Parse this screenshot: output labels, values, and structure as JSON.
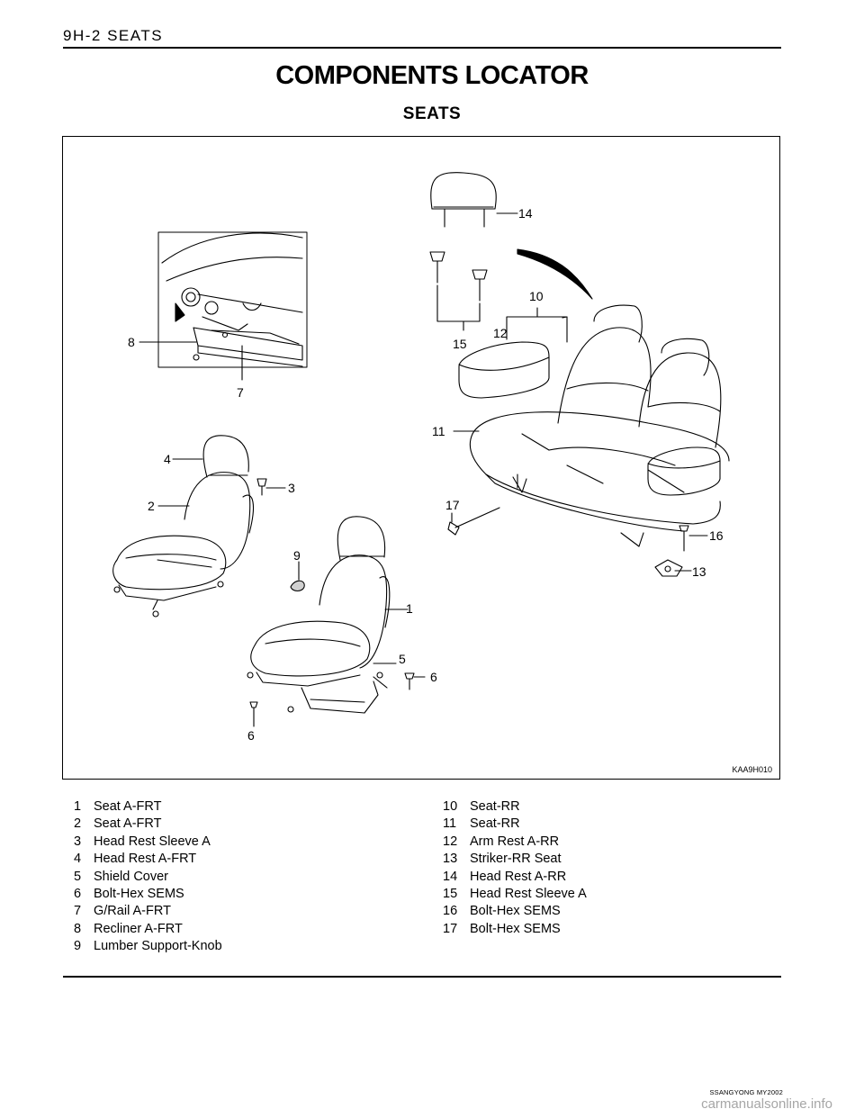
{
  "header": {
    "section": "9H-2  SEATS"
  },
  "title": "COMPONENTS LOCATOR",
  "subtitle": "SEATS",
  "figure": {
    "code": "KAA9H010",
    "callouts": {
      "c1": "1",
      "c2": "2",
      "c3": "3",
      "c4": "4",
      "c5": "5",
      "c6a": "6",
      "c6b": "6",
      "c7": "7",
      "c8": "8",
      "c9": "9",
      "c10": "10",
      "c11": "11",
      "c12": "12",
      "c13": "13",
      "c14": "14",
      "c15": "15",
      "c16": "16",
      "c17": "17"
    }
  },
  "legend": {
    "left": [
      {
        "num": "1",
        "label": "Seat A-FRT"
      },
      {
        "num": "2",
        "label": "Seat A-FRT"
      },
      {
        "num": "3",
        "label": "Head Rest Sleeve A"
      },
      {
        "num": "4",
        "label": "Head Rest A-FRT"
      },
      {
        "num": "5",
        "label": "Shield Cover"
      },
      {
        "num": "6",
        "label": "Bolt-Hex SEMS"
      },
      {
        "num": "7",
        "label": "G/Rail A-FRT"
      },
      {
        "num": "8",
        "label": "Recliner A-FRT"
      },
      {
        "num": "9",
        "label": "Lumber Support-Knob"
      }
    ],
    "right": [
      {
        "num": "10",
        "label": "Seat-RR"
      },
      {
        "num": "11",
        "label": "Seat-RR"
      },
      {
        "num": "12",
        "label": "Arm Rest A-RR"
      },
      {
        "num": "13",
        "label": "Striker-RR Seat"
      },
      {
        "num": "14",
        "label": "Head Rest A-RR"
      },
      {
        "num": "15",
        "label": "Head Rest Sleeve A"
      },
      {
        "num": "16",
        "label": "Bolt-Hex SEMS"
      },
      {
        "num": "17",
        "label": "Bolt-Hex SEMS"
      }
    ]
  },
  "footer": {
    "text": "SSANGYONG  MY2002"
  },
  "watermark": "carmanualsonline.info"
}
